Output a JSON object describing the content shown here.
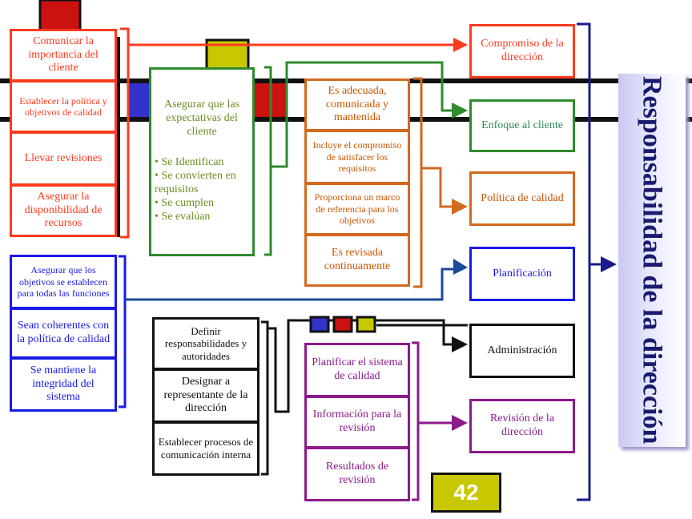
{
  "left_red_boxes": [
    "Comunicar la importancia del cliente",
    "Establecer la política y objetivos de calidad",
    "Llevar revisiones",
    "Asegurar la disponibilidad de recursos"
  ],
  "expectations_box": {
    "title": "Asegurar que las expectativas del cliente",
    "bullets": [
      "• Se Identifican",
      "• Se convierten en requisitos",
      "• Se cumplen",
      "• Se evalúan"
    ]
  },
  "orange_boxes": [
    "Es adecuada, comunicada y mantenida",
    "Incluye el compromiso de satisfacer los requisitos",
    "Proporciona un marco de referencia para los objetivos",
    "Es revisada continuamente"
  ],
  "blue_boxes": [
    "Asegurar que los objetivos se establecen para todas las funciones",
    "Sean coherentes con la política de calidad",
    "Se mantiene la integridad del sistema"
  ],
  "black_boxes": [
    "Definir responsabilidades y autoridades",
    "Designar a representante de la dirección",
    "Establecer procesos de comunicación interna"
  ],
  "purple_boxes": [
    "Planificar el sistema de calidad",
    "Información para la revisión",
    "Resultados de revisión"
  ],
  "outputs": {
    "compromiso": "Compromiso de la dirección",
    "enfoque": "Enfoque al cliente",
    "politica": "Política de calidad",
    "planificacion": "Planificación",
    "administracion": "Administración",
    "revision": "Revisión de la dirección"
  },
  "banner_title": "Responsabilidad de la dirección",
  "page_number": "42",
  "colors": {
    "red": "#ff3b1f",
    "green": "#2e8b2e",
    "orange": "#d2691e",
    "blue": "#1a1ae6",
    "purple": "#8b1a8b",
    "navy": "#1a1a8b",
    "yellow": "#c8c800"
  }
}
